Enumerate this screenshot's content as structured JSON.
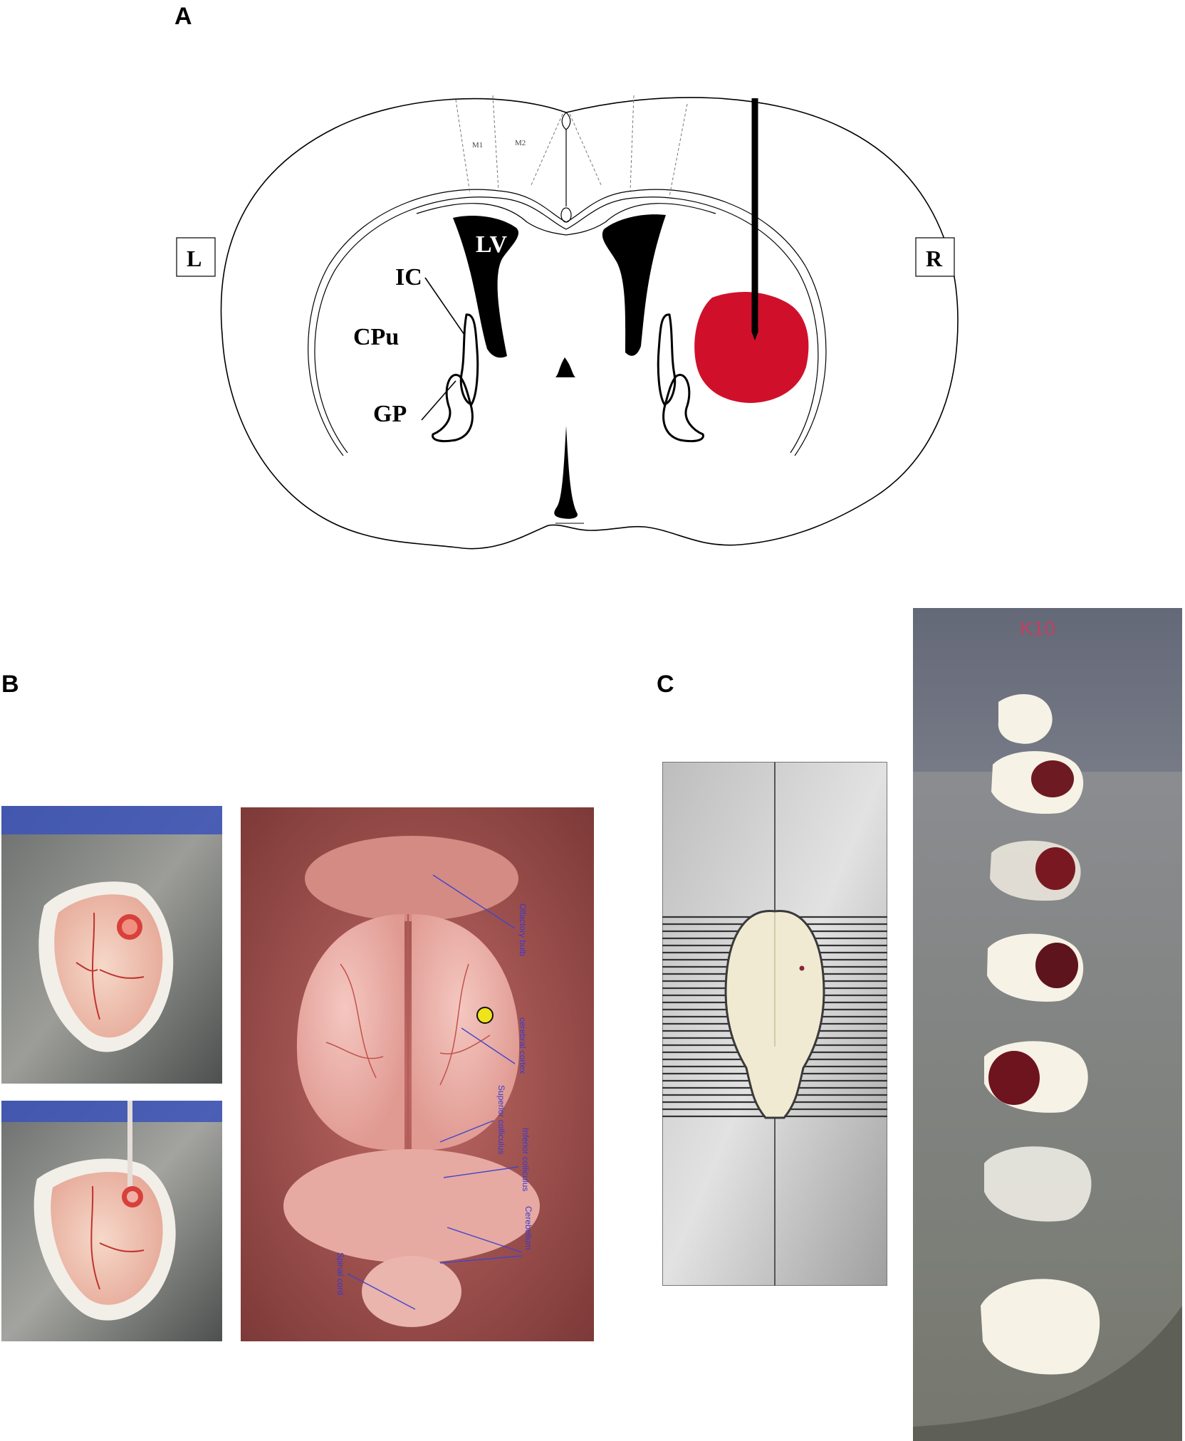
{
  "panels": {
    "a": "A",
    "b": "B",
    "c": "C"
  },
  "diagram": {
    "side_left": "L",
    "side_right": "R",
    "regions": {
      "lv": "LV",
      "ic": "IC",
      "cpu": "CPu",
      "gp": "GP",
      "m1": "M1",
      "m2": "M2"
    },
    "colors": {
      "hemorrhage": "#d0102a",
      "outline": "#000000"
    }
  },
  "photo_annotations": [
    "Olfactory bulb",
    "cerebral cortex",
    "Superior colliculus",
    "Inferior colliculus",
    "Cerebellum",
    "Spinal cord"
  ],
  "dish_label": "K10"
}
